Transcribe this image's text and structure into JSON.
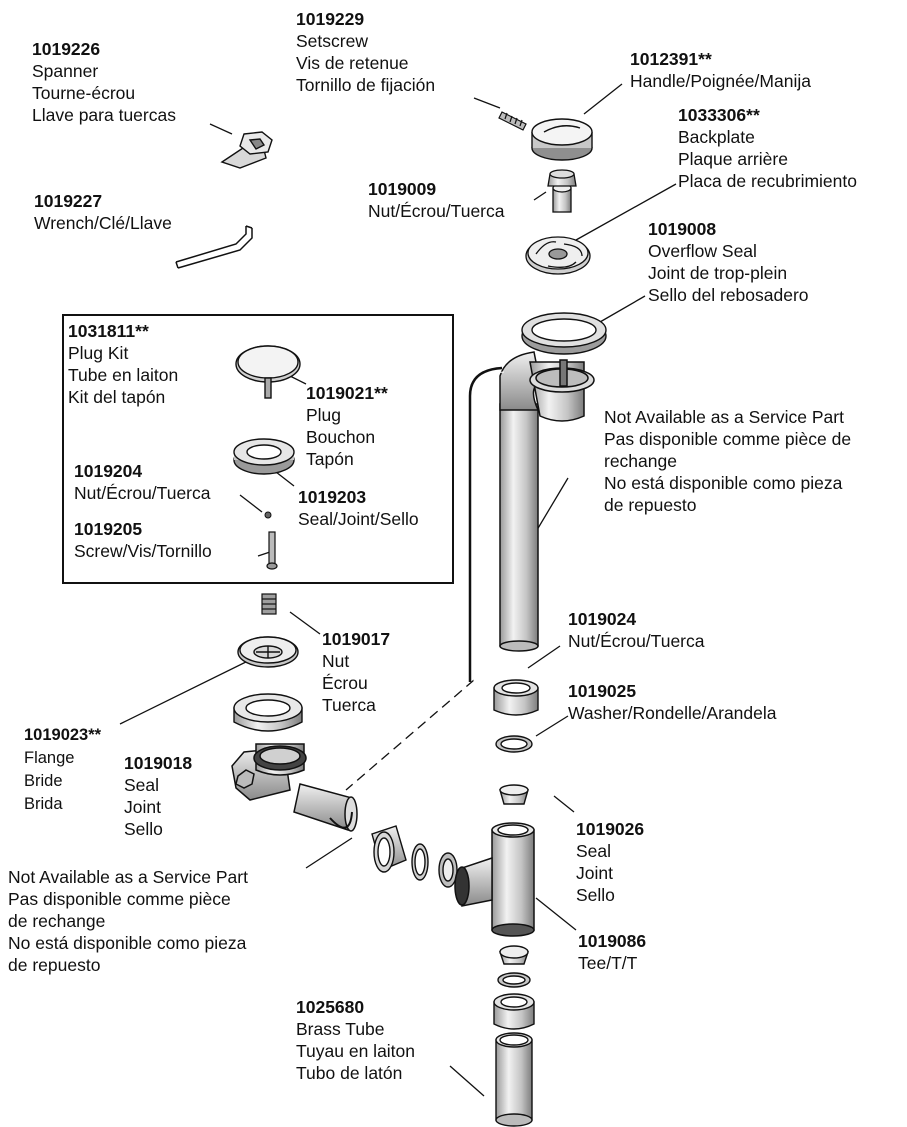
{
  "parts": {
    "spanner": {
      "number": "1019226",
      "lines": [
        "Spanner",
        "Tourne-écrou",
        "Llave para tuercas"
      ]
    },
    "setscrew": {
      "number": "1019229",
      "lines": [
        "Setscrew",
        "Vis de retenue",
        "Tornillo de fijación"
      ]
    },
    "handle": {
      "number": "1012391**",
      "lines": [
        "Handle/Poignée/Manija"
      ]
    },
    "backplate": {
      "number": "1033306**",
      "lines": [
        "Backplate",
        "Plaque arrière",
        "Placa de recubrimiento"
      ]
    },
    "nut_top": {
      "number": "1019009",
      "lines": [
        "Nut/Écrou/Tuerca"
      ]
    },
    "wrench": {
      "number": "1019227",
      "lines": [
        "Wrench/Clé/Llave"
      ]
    },
    "overflow_seal": {
      "number": "1019008",
      "lines": [
        "Overflow Seal",
        "Joint de trop-plein",
        "Sello del rebosadero"
      ]
    },
    "plug_kit": {
      "number": "1031811**",
      "lines": [
        "Plug Kit",
        "Tube en laiton",
        "Kit del tapón"
      ]
    },
    "plug": {
      "number": "1019021**",
      "lines": [
        "Plug",
        "Bouchon",
        "Tapón"
      ]
    },
    "kit_nut": {
      "number": "1019204",
      "lines": [
        "Nut/Écrou/Tuerca"
      ]
    },
    "kit_seal": {
      "number": "1019203",
      "lines": [
        "Seal/Joint/Sello"
      ]
    },
    "kit_screw": {
      "number": "1019205",
      "lines": [
        "Screw/Vis/Tornillo"
      ]
    },
    "nut_mid": {
      "number": "1019017",
      "lines": [
        "Nut",
        "Écrou",
        "Tuerca"
      ]
    },
    "flange": {
      "number": "1019023**",
      "lines": [
        "Flange",
        "Bride",
        "Brida"
      ]
    },
    "seal_drain": {
      "number": "1019018",
      "lines": [
        "Seal",
        "Joint",
        "Sello"
      ]
    },
    "nut_right": {
      "number": "1019024",
      "lines": [
        "Nut/Écrou/Tuerca"
      ]
    },
    "washer": {
      "number": "1019025",
      "lines": [
        "Washer/Rondelle/Arandela"
      ]
    },
    "seal_right": {
      "number": "1019026",
      "lines": [
        "Seal",
        "Joint",
        "Sello"
      ]
    },
    "tee": {
      "number": "1019086",
      "lines": [
        "Tee/T/T"
      ]
    },
    "brass_tube": {
      "number": "1025680",
      "lines": [
        "Brass Tube",
        "Tuyau en laiton",
        "Tubo de latón"
      ]
    }
  },
  "notices": {
    "overflow_not_available": [
      "Not Available as a Service Part",
      "Pas disponible comme pièce de",
      "rechange",
      "No está disponible como pieza",
      "de repuesto"
    ],
    "drain_not_available": [
      "Not Available as a Service Part",
      "Pas disponible comme pièce",
      "de rechange",
      "No está disponible como pieza",
      "de repuesto"
    ]
  }
}
